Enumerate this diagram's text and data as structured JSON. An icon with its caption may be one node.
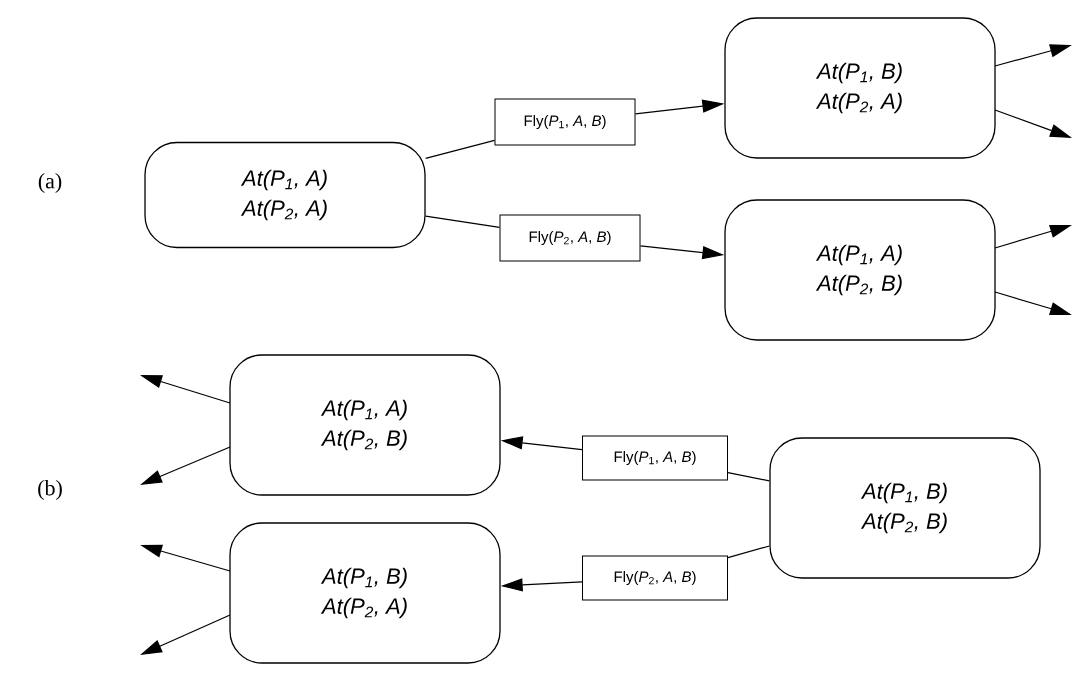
{
  "diagram": {
    "nodes": [
      {
        "text": [
          "At(P$_{1}$, A)",
          "At(P$_{2}$, A)"
        ]
      },
      {
        "text": [
          "Fly(*P*$_{1}$, *A*, *B*)"
        ]
      },
      {
        "text": [
          "Fly(*P*$_{2}$, *A*, *B*)"
        ]
      },
      {
        "text": [
          "At(P$_{1}$, B)",
          "At(P$_{2}$, A)"
        ]
      },
      {
        "text": [
          "At(P$_{1}$, A)",
          "At(P$_{2}$, B)"
        ]
      },
      {
        "text": [
          "At(P$_{1}$, A)",
          "At(P$_{2}$, B)"
        ]
      },
      {
        "text": [
          "Fly(*P*$_{1}$, *A*, *B*)"
        ]
      },
      {
        "text": [
          "At(P$_{1}$, B)",
          "At(P$_{2}$, B)"
        ]
      },
      {
        "text": [
          "At(P$_{1}$, B)",
          "At(P$_{2}$, A)"
        ]
      },
      {
        "text": [
          "Fly(*P*$_{2}$, *A*, *B*)"
        ]
      }
    ],
    "edges": [
      {
        "from": 0,
        "to": 1,
        "arrow": "none"
      },
      {
        "from": 1,
        "to": 3,
        "arrow": "to"
      },
      {
        "from": 0,
        "to": 2,
        "arrow": "none"
      },
      {
        "from": 2,
        "to": 4,
        "arrow": "to"
      },
      {
        "from": 3,
        "to": null,
        "arrow": "to"
      },
      {
        "from": 3,
        "to": null,
        "arrow": "to"
      },
      {
        "from": 4,
        "to": null,
        "arrow": "to"
      },
      {
        "from": 4,
        "to": null,
        "arrow": "to"
      },
      {
        "from": 7,
        "to": 6,
        "arrow": "none"
      },
      {
        "from": 6,
        "to": 5,
        "arrow": "to"
      },
      {
        "from": 7,
        "to": 9,
        "arrow": "none"
      },
      {
        "from": 9,
        "to": 8,
        "arrow": "to"
      },
      {
        "from": 5,
        "to": null,
        "arrow": "to"
      },
      {
        "from": 5,
        "to": null,
        "arrow": "to"
      },
      {
        "from": 8,
        "to": null,
        "arrow": "to"
      },
      {
        "from": 8,
        "to": null,
        "arrow": "to"
      }
    ],
    "labels": [
      "(a)",
      "(b)"
    ]
  }
}
